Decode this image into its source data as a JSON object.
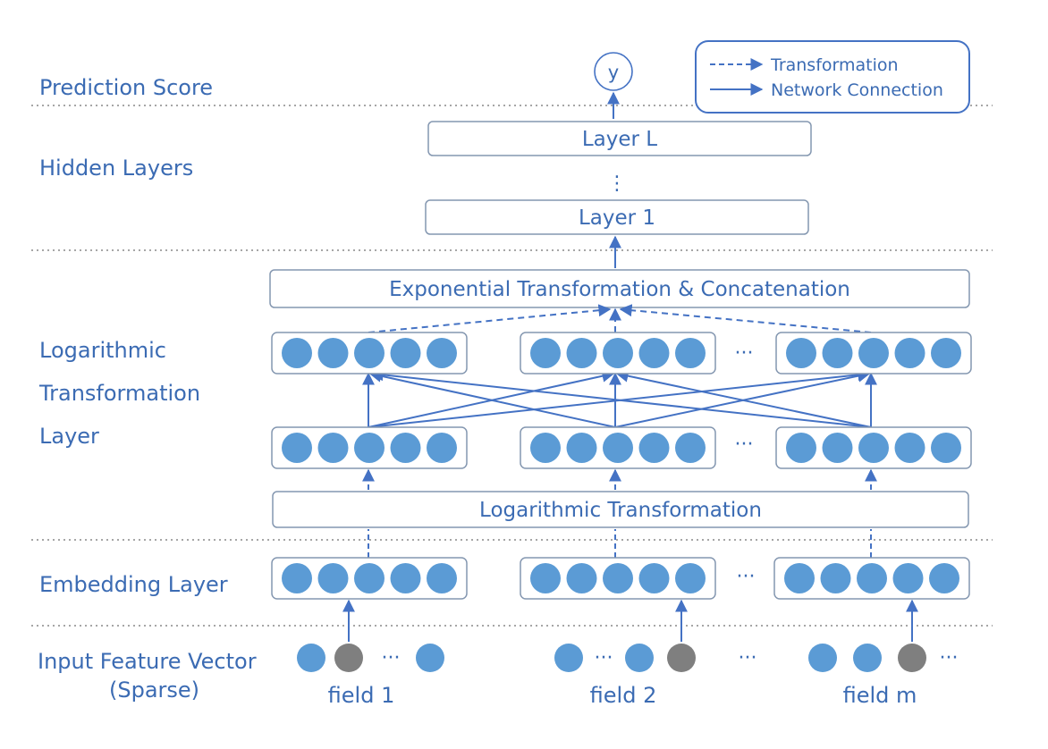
{
  "colors": {
    "primary": "#4472c4",
    "label": "#3b6bb3",
    "node_fill": "#5b9bd5",
    "node_active": "#7f7f7f",
    "divider": "#a6a6a6",
    "box_stroke": "#8497b0"
  },
  "layers": {
    "prediction": "Prediction Score",
    "hidden": "Hidden Layers",
    "log_line1": "Logarithmic",
    "log_line2": "Transformation",
    "log_line3": "Layer",
    "embedding": "Embedding Layer",
    "input_line1": "Input Feature Vector",
    "input_line2": "(Sparse)"
  },
  "output_node": "y",
  "legend": {
    "transformation": "Transformation",
    "network": "Network Connection"
  },
  "boxes": {
    "layer_l": "Layer L",
    "layer_1": "Layer 1",
    "exp_concat": "Exponential Transformation & Concatenation",
    "log_transform": "Logarithmic Transformation"
  },
  "ellipsis": "···",
  "vdots": "⋮",
  "fields": {
    "f1": "field 1",
    "f2": "field 2",
    "fm": "field m"
  }
}
